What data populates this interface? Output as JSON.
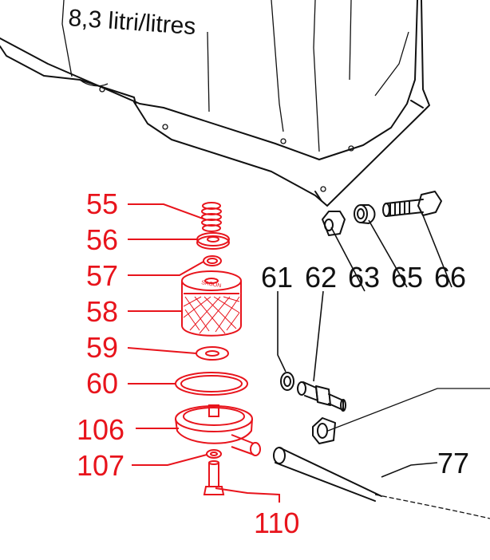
{
  "capacity_text": "8,3 litri/litres",
  "labels_red": {
    "p55": "55",
    "p56": "56",
    "p57": "57",
    "p58": "58",
    "p59": "59",
    "p60": "60",
    "p106": "106",
    "p107": "107",
    "p110": "110"
  },
  "labels_black": {
    "p61": "61",
    "p62": "62",
    "p63": "63",
    "p65": "65",
    "p66": "66",
    "p77": "77"
  },
  "filter_brand": "SAGON",
  "colors": {
    "red_parts": "#e8141c",
    "black_parts": "#111111",
    "background": "#ffffff"
  }
}
